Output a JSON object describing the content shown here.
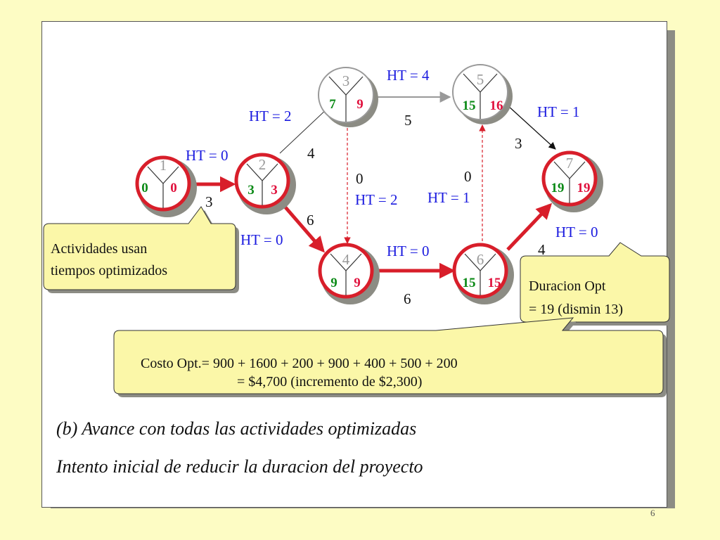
{
  "nodes": [
    {
      "id": "1",
      "es": "0",
      "lf": "0"
    },
    {
      "id": "2",
      "es": "3",
      "lf": "3"
    },
    {
      "id": "3",
      "es": "7",
      "lf": "9"
    },
    {
      "id": "4",
      "es": "9",
      "lf": "9"
    },
    {
      "id": "5",
      "es": "15",
      "lf": "16"
    },
    {
      "id": "6",
      "es": "15",
      "lf": "15"
    },
    {
      "id": "7",
      "es": "19",
      "lf": "19"
    }
  ],
  "slack_labels": {
    "a12": "HT = 0",
    "a23": "HT = 2",
    "a35": "HT = 4",
    "a57": "HT = 1",
    "d34": "HT = 2",
    "d65": "HT = 1",
    "a24": "HT = 0",
    "a46": "HT = 0",
    "a67": "HT = 0"
  },
  "durations": {
    "a12": "3",
    "a23": "4",
    "a35": "5",
    "a57": "3",
    "d34": "0",
    "d65": "0",
    "a24": "6",
    "a46": "6",
    "a67": "4"
  },
  "callouts": {
    "actividades": [
      "Actividades usan",
      "tiempos optimizados"
    ],
    "duracion": [
      "Duracion Opt",
      "= 19 (dismin 13)"
    ],
    "costo": [
      "Costo Opt.= 900 + 1600 + 200 + 900 + 400 + 500 + 200",
      "= $4,700 (incremento de $2,300)"
    ]
  },
  "captions": {
    "line1": "(b) Avance con todas las actividades optimizadas",
    "line2": "Intento inicial de reducir la duracion del proyecto"
  },
  "colors": {
    "background": "#fdfcc4",
    "critical": "#d81e2a",
    "slack_label": "#1a1adf",
    "early_start": "#0b8a16",
    "late_finish": "#e0103c",
    "callout_fill": "#fbf7a8",
    "dummy": "#d81e2a"
  },
  "page_number": "6"
}
